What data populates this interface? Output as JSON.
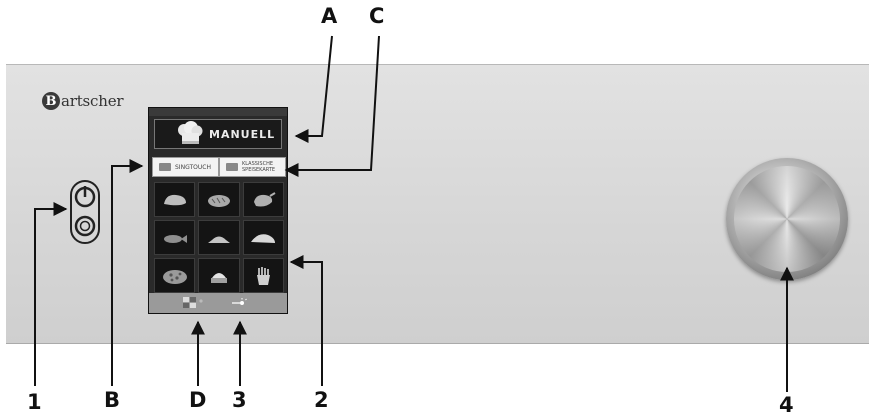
{
  "brand": {
    "logo_letter": "B",
    "logo_text": "artscher"
  },
  "screen": {
    "banner_label": "MANUELL",
    "tab_left_label": "SINGTOUCH",
    "tab_right_line1": "KLASSISCHE",
    "tab_right_line2": "SPEISEKARTE"
  },
  "callouts": {
    "A": "A",
    "B": "B",
    "C": "C",
    "D": "D",
    "one": "1",
    "two": "2",
    "three": "3",
    "four": "4"
  }
}
